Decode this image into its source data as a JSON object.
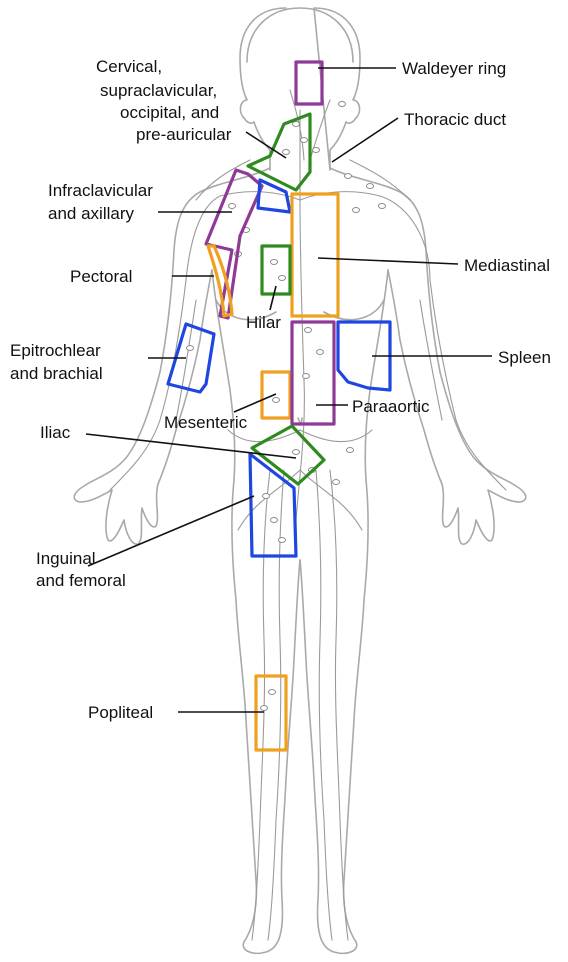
{
  "colors": {
    "purple": "#8e3a96",
    "green": "#2f8a1f",
    "blue": "#1f46e0",
    "orange": "#f0a020",
    "body_outline": "#a9a9a9",
    "label": "#111111"
  },
  "labels": {
    "waldeyer": "Waldeyer ring",
    "thoracic_duct": "Thoracic duct",
    "cervical_line1": "Cervical,",
    "cervical_line2": "supraclavicular,",
    "cervical_line3": "occipital, and",
    "cervical_line4": "pre-auricular",
    "infraclavicular_line1": "Infraclavicular",
    "infraclavicular_line2": "and axillary",
    "pectoral": "Pectoral",
    "mediastinal": "Mediastinal",
    "hilar": "Hilar",
    "epitrochlear_line1": "Epitrochlear",
    "epitrochlear_line2": "and brachial",
    "spleen": "Spleen",
    "mesenteric": "Mesenteric",
    "paraaortic": "Paraaortic",
    "iliac": "Iliac",
    "inguinal_line1": "Inguinal",
    "inguinal_line2": "and femoral",
    "popliteal": "Popliteal"
  },
  "regions": [
    {
      "name": "waldeyer-ring-box",
      "color": "purple"
    },
    {
      "name": "cervical-region-box",
      "color": "green"
    },
    {
      "name": "infraclavicular-axillary-box",
      "color": "purple"
    },
    {
      "name": "infraclavicular-inner-box",
      "color": "blue"
    },
    {
      "name": "pectoral-box",
      "color": "orange"
    },
    {
      "name": "mediastinal-box",
      "color": "orange"
    },
    {
      "name": "hilar-box",
      "color": "green"
    },
    {
      "name": "epitrochlear-brachial-box",
      "color": "blue"
    },
    {
      "name": "spleen-box",
      "color": "blue"
    },
    {
      "name": "mesenteric-box",
      "color": "orange"
    },
    {
      "name": "paraaortic-box",
      "color": "purple"
    },
    {
      "name": "iliac-box",
      "color": "green"
    },
    {
      "name": "inguinal-femoral-box",
      "color": "blue"
    },
    {
      "name": "popliteal-box",
      "color": "orange"
    }
  ]
}
